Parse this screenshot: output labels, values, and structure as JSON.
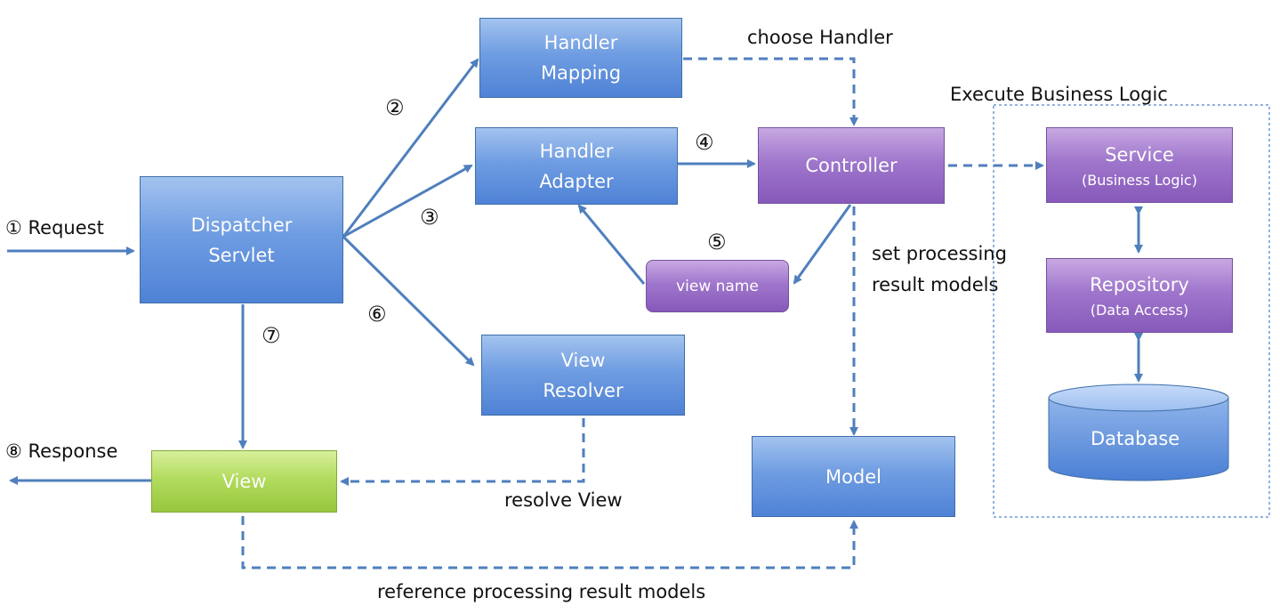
{
  "boxes": {
    "handler_mapping": [
      "Handler",
      "Mapping"
    ],
    "handler_adapter": [
      "Handler",
      "Adapter"
    ],
    "controller": "Controller",
    "dispatcher_servlet": [
      "Dispatcher",
      "Servlet"
    ],
    "view_name": "view name",
    "view_resolver": [
      "View",
      "Resolver"
    ],
    "view": "View",
    "model": "Model",
    "service": {
      "title": "Service",
      "subtitle": "(Business Logic)"
    },
    "repository": {
      "title": "Repository",
      "subtitle": "(Data Access)"
    },
    "database": "Database"
  },
  "labels": {
    "request": "① Request",
    "response": "⑧ Response",
    "choose_handler": "choose Handler",
    "execute_business_logic": "Execute Business Logic",
    "set_processing": [
      "set processing",
      "result models"
    ],
    "resolve_view": "resolve View",
    "reference_models": "reference processing result models"
  },
  "steps": {
    "s2": "②",
    "s3": "③",
    "s4": "④",
    "s5": "⑤",
    "s6": "⑥",
    "s7": "⑦"
  },
  "colors": {
    "arrow": "#4f7fbd",
    "blue_box": "#6f9de2",
    "purple_box": "#9f76cc",
    "green_box": "#b2dc5e"
  }
}
